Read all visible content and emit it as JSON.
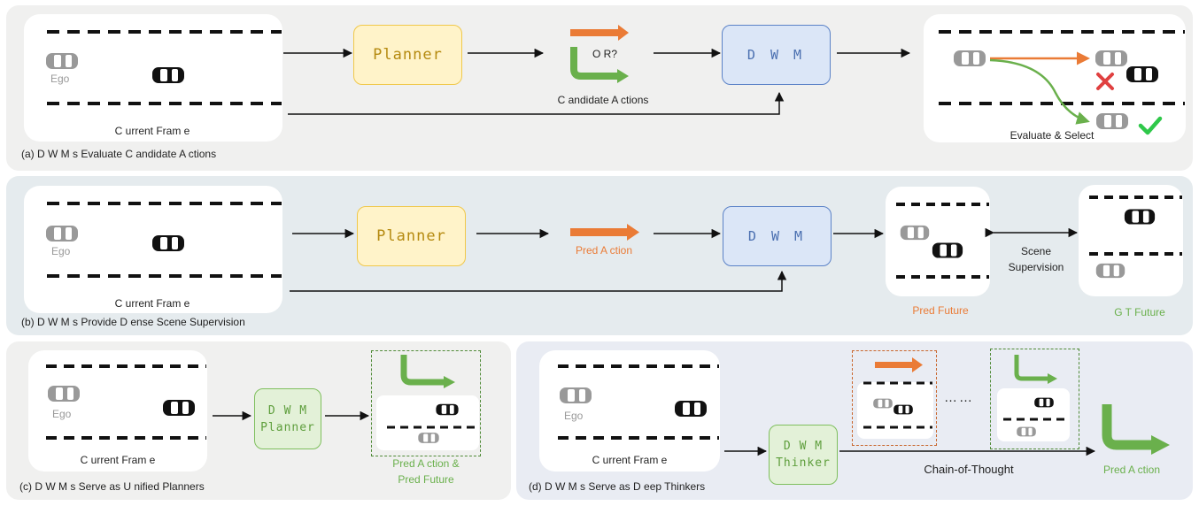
{
  "colors": {
    "panel_gray": "#f0f0ef",
    "panel_blue": "#e5ebee",
    "panel_lav": "#e9ecf3",
    "orange": "#ea7b36",
    "green": "#6ab04c",
    "ego_gray": "#999999",
    "red_x": "#e04040",
    "check_green": "#2fc84a"
  },
  "a": {
    "caption": "(a) D W M s Evaluate C andidate A ctions",
    "ego": "Ego",
    "frame": "C urrent Fram e",
    "planner": "Planner",
    "or": "O R?",
    "candidates": "C andidate A ctions",
    "dwm": "D W M",
    "evaluate": "Evaluate & Select"
  },
  "b": {
    "caption": "(b) D W M s Provide D ense Scene Supervision",
    "ego": "Ego",
    "frame": "C urrent Fram e",
    "planner": "Planner",
    "pred_action": "Pred A ction",
    "dwm": "D W M",
    "pred_future": "Pred Future",
    "scene": "Scene",
    "supervision": "Supervision",
    "gt_future": "G T Future"
  },
  "c": {
    "caption": "(c) D W M s Serve as U nified Planners",
    "ego": "Ego",
    "frame": "C urrent Fram e",
    "dwm_line1": "D W M",
    "dwm_line2": "Planner",
    "out_line1": "Pred A ction &",
    "out_line2": "Pred Future"
  },
  "d": {
    "caption": "(d) D W M s Serve as D eep Thinkers",
    "ego": "Ego",
    "frame": "C urrent Fram e",
    "dwm_line1": "D W M",
    "dwm_line2": "Thinker",
    "dots": "……",
    "cot": "Chain-of-Thought",
    "pred_action": "Pred A ction"
  }
}
